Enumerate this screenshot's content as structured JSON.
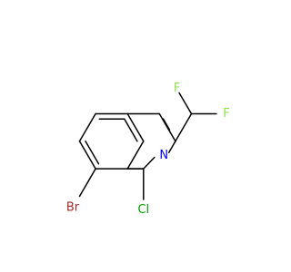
{
  "molecule": {
    "atoms": {
      "bromine": {
        "symbol": "Br",
        "color": "#A52A2A"
      },
      "chlorine": {
        "symbol": "Cl",
        "color": "#00A000"
      },
      "nitrogen": {
        "symbol": "N",
        "color": "#0000FF"
      },
      "fluorine_upper": {
        "symbol": "F",
        "color": "#90E050"
      },
      "fluorine_right": {
        "symbol": "F",
        "color": "#90E050"
      }
    },
    "bond_color": "#000000"
  }
}
